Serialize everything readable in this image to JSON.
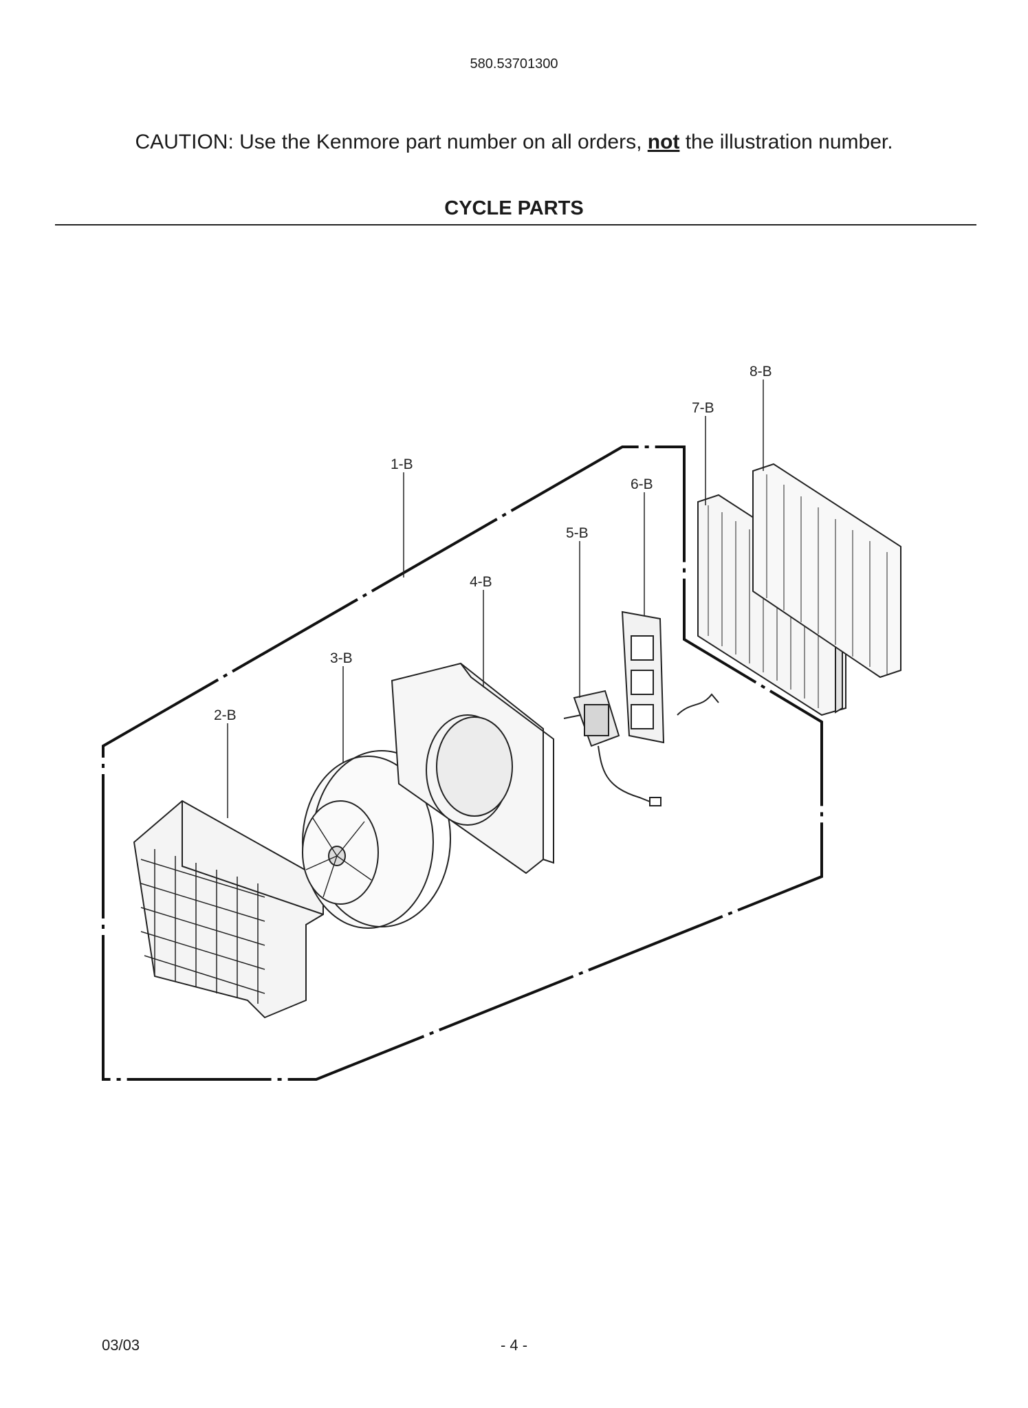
{
  "header": {
    "model_number": "580.53701300"
  },
  "caution": {
    "before": "CAUTION: Use the Kenmore part number on all orders, ",
    "emphasis": "not",
    "after": " the illustration number."
  },
  "section": {
    "title": "CYCLE PARTS"
  },
  "diagram": {
    "callouts": [
      "1-B",
      "2-B",
      "3-B",
      "4-B",
      "5-B",
      "6-B",
      "7-B",
      "8-B"
    ]
  },
  "footer": {
    "date": "03/03",
    "page": "- 4 -"
  }
}
